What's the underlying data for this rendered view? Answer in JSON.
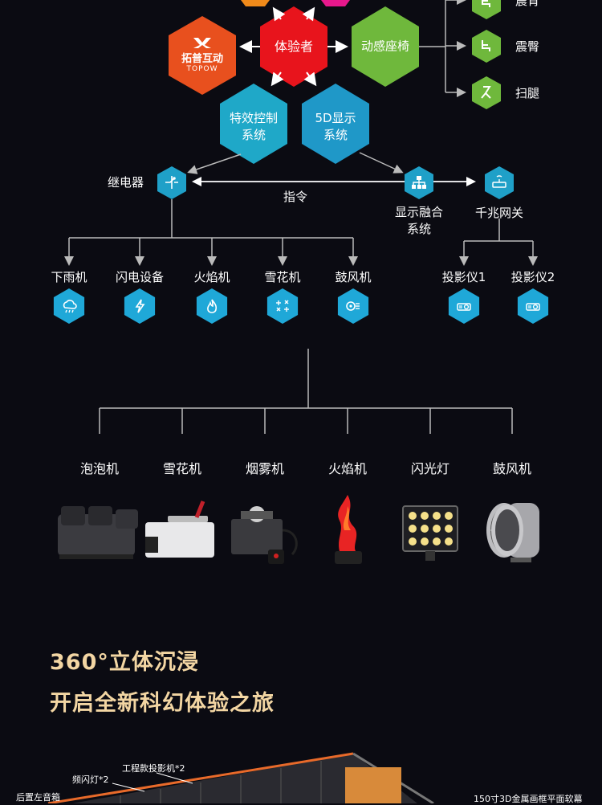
{
  "hub": {
    "experiencer": "体验者",
    "topow_cn": "拓普互动",
    "topow_en": "TOPOW",
    "seat": "动感座椅",
    "effect_l1": "特效控制",
    "effect_l2": "系统",
    "display_l1": "5D显示",
    "display_l2": "系统"
  },
  "seat_motions": [
    {
      "label": "震背",
      "icon": "seat-icon"
    },
    {
      "label": "震臀",
      "icon": "seat-icon"
    },
    {
      "label": "扫腿",
      "icon": "leg-icon"
    }
  ],
  "network": {
    "relay": "继电器",
    "command": "指令",
    "fusion_l1": "显示融合",
    "fusion_l2": "系统",
    "gateway": "千兆网关"
  },
  "effects": [
    {
      "label": "下雨机",
      "icon": "rain-cloud-icon"
    },
    {
      "label": "闪电设备",
      "icon": "lightning-icon"
    },
    {
      "label": "火焰机",
      "icon": "flame-icon"
    },
    {
      "label": "雪花机",
      "icon": "snowflake-icon"
    },
    {
      "label": "鼓风机",
      "icon": "blower-icon"
    }
  ],
  "projectors": [
    {
      "label": "投影仪1",
      "icon": "projector-icon"
    },
    {
      "label": "投影仪2",
      "icon": "projector-icon"
    }
  ],
  "devices": [
    {
      "label": "泡泡机"
    },
    {
      "label": "雪花机"
    },
    {
      "label": "烟雾机"
    },
    {
      "label": "火焰机"
    },
    {
      "label": "闪光灯"
    },
    {
      "label": "鼓风机"
    }
  ],
  "slogan": {
    "line1": "360°立体沉浸",
    "line2": "开启全新科幻体验之旅"
  },
  "room": {
    "projector_note": "工程款投影机*2",
    "strobe_note": "频闪灯*2",
    "speaker_note": "后置左音箱",
    "screen_note": "150寸3D金属画框平面软幕"
  },
  "colors": {
    "red": "#e8141c",
    "orange": "#e8501e",
    "green": "#6fb83c",
    "cyan": "#1fa0c8",
    "gold": "#f3d6a3",
    "line": "#9a9aa0"
  }
}
